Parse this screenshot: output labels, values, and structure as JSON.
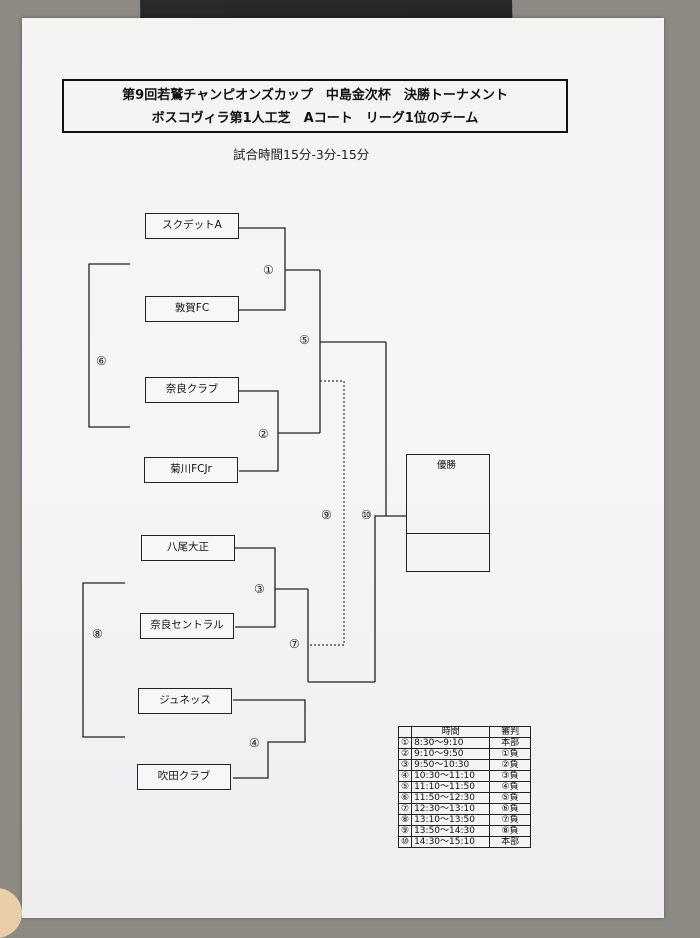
{
  "title": {
    "line1": "第9回若鷲チャンピオンズカップ　中島金次杯　決勝トーナメント",
    "line2": "ボスコヴィラ第1人工芝　Aコート　リーグ1位のチーム"
  },
  "match_time": "試合時間15分-3分-15分",
  "teams": [
    "スクデットA",
    "敦賀FC",
    "奈良クラブ",
    "菊川FCJr",
    "八尾大正",
    "奈良セントラル",
    "ジュネッス",
    "吹田クラブ"
  ],
  "match_numbers": [
    "①",
    "②",
    "③",
    "④",
    "⑤",
    "⑥",
    "⑦",
    "⑧",
    "⑨",
    "⑩"
  ],
  "champion_label": "優勝",
  "schedule": {
    "headers": [
      "時間",
      "審判"
    ],
    "rows": [
      {
        "no": "①",
        "time": "8:30〜9:10",
        "ref": "本部"
      },
      {
        "no": "②",
        "time": "9:10〜9:50",
        "ref": "①負"
      },
      {
        "no": "③",
        "time": "9:50〜10:30",
        "ref": "②負"
      },
      {
        "no": "④",
        "time": "10:30〜11:10",
        "ref": "③負"
      },
      {
        "no": "⑤",
        "time": "11:10〜11:50",
        "ref": "④負"
      },
      {
        "no": "⑥",
        "time": "11:50〜12:30",
        "ref": "⑤負"
      },
      {
        "no": "⑦",
        "time": "12:30〜13:10",
        "ref": "⑥負"
      },
      {
        "no": "⑧",
        "time": "13:10〜13:50",
        "ref": "⑦負"
      },
      {
        "no": "⑨",
        "time": "13:50〜14:30",
        "ref": "⑧負"
      },
      {
        "no": "⑩",
        "time": "14:30〜15:10",
        "ref": "本部"
      }
    ]
  }
}
